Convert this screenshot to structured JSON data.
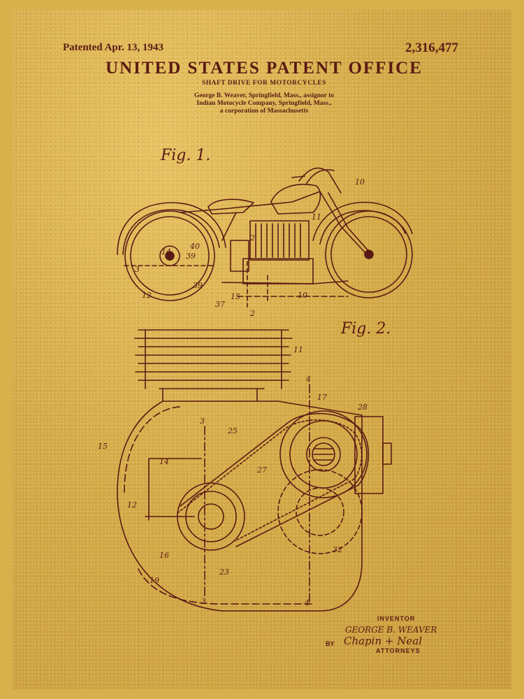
{
  "header": {
    "patented": "Patented Apr. 13, 1943",
    "patent_number": "2,316,477",
    "office": "UNITED STATES PATENT OFFICE",
    "title": "SHAFT DRIVE FOR MOTORCYCLES",
    "assignment_lines": [
      "George B. Weaver, Springfield, Mass., assignor to",
      "Indian Motocycle Company, Springfield, Mass.,",
      "a corporation of Massachusetts"
    ]
  },
  "figures": {
    "fig1_label": "Fig. 1.",
    "fig2_label": "Fig. 2.",
    "fig1_refs": [
      "10",
      "11",
      "2",
      "40",
      "14",
      "39",
      "39",
      "3",
      "12",
      "37",
      "15",
      "10",
      "2"
    ],
    "fig2_refs": [
      "11",
      "4",
      "17",
      "28",
      "15",
      "3",
      "25",
      "14",
      "27",
      "12",
      "16",
      "23",
      "32",
      "19",
      "3",
      "4"
    ]
  },
  "signature": {
    "inventor_title": "INVENTOR",
    "inventor_name": "GEORGE B. WEAVER",
    "by": "BY",
    "attorney_name": "Chapin + Neal",
    "attorneys_title": "ATTORNEYS"
  },
  "colors": {
    "ink": "#5a1a14",
    "paper": "#d4aa48"
  }
}
